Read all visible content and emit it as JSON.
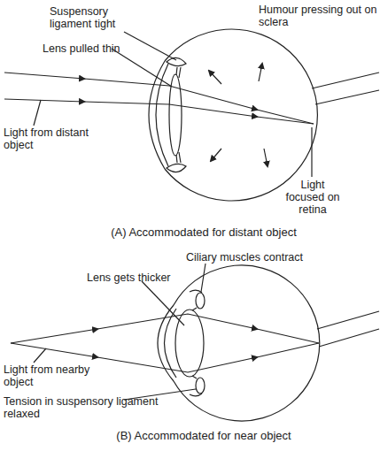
{
  "diagram": {
    "labels": [
      "Suspensory ligament tight",
      "Humour pressing out on sclera",
      "Lens pulled thin",
      "Light from distant object",
      "Light focused on retina",
      "(A) Accommodated for distant object",
      "Ciliary muscles contract",
      "Lens gets thicker",
      "Light from nearby object",
      "Tension in suspensory ligament relaxed",
      "(B) Accommodated for near object"
    ]
  }
}
